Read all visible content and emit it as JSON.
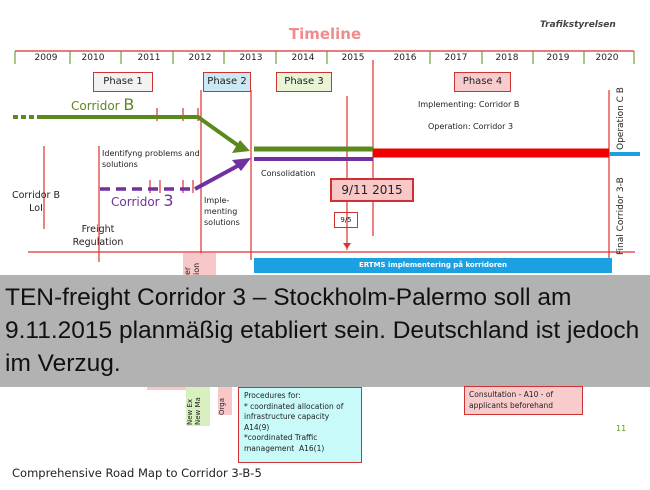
{
  "title": "Timeline",
  "logo": "Trafikstyrelsen",
  "years": [
    "2009",
    "2010",
    "2011",
    "2012",
    "2013",
    "2014",
    "2015",
    "2016",
    "2017",
    "2018",
    "2019",
    "2020"
  ],
  "phases": [
    "Phase 1",
    "Phase 2",
    "Phase 3",
    "Phase 4"
  ],
  "corridor_b": {
    "prefix": "Corridor ",
    "suffix": "B"
  },
  "corridor_3": {
    "prefix": "Corridor ",
    "suffix": "3"
  },
  "labels": {
    "identifying": "Identifyng problems and solutions",
    "implementing": "Imple- menting solutions",
    "consolidation": "Consolidation",
    "impl_b": "Implementing: Corridor B",
    "oper_3": "Operation: Corridor 3",
    "loi": "Corridor B LoI",
    "freight": "Freight Regulation",
    "date_main": "9/11 2015",
    "date_small": "9/5",
    "operation_cb": "Operation C B",
    "final_3b": "Final Corridor 3-B",
    "ertms": "ERTMS implementering på korridoren",
    "partial_top": "er ion",
    "new_ex": "New Ex New Ma",
    "orga": "Orga",
    "procedures": "Procedures for:\n* coordinated allocation of infrastructure capacity  A14(9)\n*coordinated Traffic management  A16(1)",
    "consultation": "Consultation - A10 - of applicants beforehand"
  },
  "overlay_text": "TEN-freight Corridor 3 – Stockholm-Palermo soll am 9.11.2015 planmäßig etabliert sein. Deutschland ist jedoch im Verzug.",
  "footer": "Comprehensive Road Map to Corridor 3-B-5",
  "page_number": "11",
  "colors": {
    "green": "#5a8a1e",
    "purple": "#7030a0",
    "red": "#f00000",
    "blue": "#1ba1e2",
    "axis": "#e05050"
  }
}
